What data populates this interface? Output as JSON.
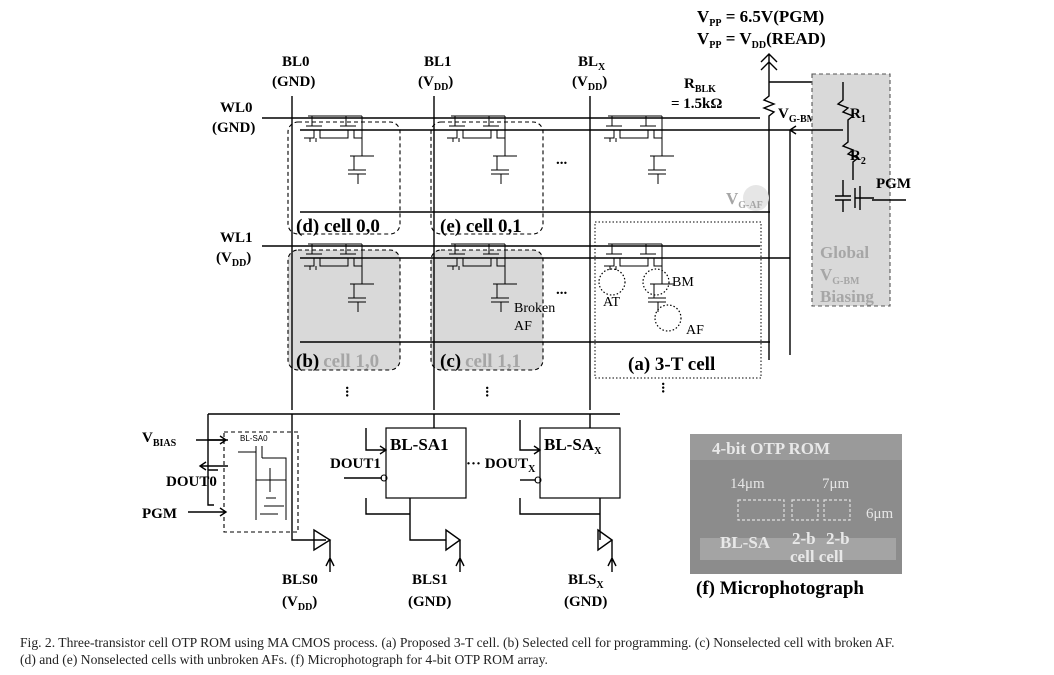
{
  "supply": {
    "vpp_pgm": "V",
    "vpp_pgm_sub": "PP",
    "vpp_pgm_rest": " = 6.5V(PGM)",
    "vpp_read": "V",
    "vpp_read_sub": "PP",
    "vpp_read_mid": " = V",
    "vpp_read_sub2": "DD",
    "vpp_read_rest": "(READ)"
  },
  "bitlines": [
    {
      "name": "BL0",
      "sub": "",
      "state": "(GND)",
      "state_main": "",
      "state_sub": ""
    },
    {
      "name": "BL1",
      "sub": "",
      "state": "",
      "state_main": "V",
      "state_sub": "DD"
    },
    {
      "name": "BL",
      "sub": "X",
      "state": "",
      "state_main": "V",
      "state_sub": "DD"
    }
  ],
  "wordlines": [
    {
      "name": "WL0",
      "state": "(GND)",
      "state_main": "",
      "state_sub": ""
    },
    {
      "name": "WL1",
      "state": "",
      "state_main": "V",
      "state_sub": "DD"
    }
  ],
  "rblk": {
    "name": "R",
    "sub": "BLK",
    "value": "= 1.5kΩ"
  },
  "vgbm": {
    "name": "V",
    "sub": "G-BM"
  },
  "vgaf": {
    "name": "V",
    "sub": "G-AF"
  },
  "global_bias": {
    "r1": "R",
    "r1_sub": "1",
    "r2": "R",
    "r2_sub": "2",
    "pgm": "PGM",
    "line1": "Global",
    "line2_main": "V",
    "line2_sub": "G-BM",
    "line3": "Biasing"
  },
  "cells": {
    "d": "(d) cell 0,0",
    "e": "(e) cell 0,1",
    "b_tag": "(b)",
    "b_name": "cell 1,0",
    "c_tag": "(c)",
    "c_name": "cell 1,1",
    "a": "(a) 3-T cell",
    "broken_1": "Broken",
    "broken_2": "AF",
    "at": "AT",
    "bm": "BM",
    "af": "AF",
    "ellipsis": "..."
  },
  "sense_amps": {
    "vbias_main": "V",
    "vbias_sub": "BIAS",
    "dout0": "DOUT0",
    "pgm": "PGM",
    "sa0_tag": "BL-SA0",
    "sa1": "BL-SA1",
    "sax_main": "BL-SA",
    "sax_sub": "X",
    "dout1": "DOUT1",
    "doutx_prefix": "··· DOUT",
    "doutx_sub": "X"
  },
  "bls": [
    {
      "name": "BLS0",
      "sub": "",
      "state": "",
      "state_main": "V",
      "state_sub": "DD"
    },
    {
      "name": "BLS1",
      "sub": "",
      "state": "(GND)",
      "state_main": "",
      "state_sub": ""
    },
    {
      "name": "BLS",
      "sub": "X",
      "state": "(GND)",
      "state_main": "",
      "state_sub": ""
    }
  ],
  "photo": {
    "title": "4-bit OTP ROM",
    "dim_14": "14μm",
    "dim_7": "7μm",
    "dim_6": "6μm",
    "bl_sa": "BL-SA",
    "cell2b_a": "2-b",
    "cell2b_b": "2-b",
    "cell_word": "cell cell",
    "label": "(f) Microphotograph"
  },
  "caption": {
    "line1": "Fig. 2.   Three-transistor cell OTP ROM using MA CMOS process. (a) Proposed 3-T cell. (b) Selected cell for programming. (c) Nonselected cell with broken AF.",
    "line2": "(d) and (e) Nonselected cells with unbroken AFs. (f) Microphotograph for 4-bit OTP ROM array."
  },
  "colors": {
    "shade": "#d9d9d9",
    "photo_bg": "#8c8c8c",
    "grey_text": "#a6a6a6"
  }
}
